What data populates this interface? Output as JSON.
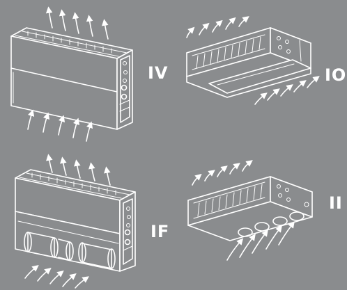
{
  "labels": {
    "iv": "IV",
    "io": "IO",
    "if": "IF",
    "ii": "II"
  },
  "colors": {
    "background": "#8a8c8e",
    "line": "#ffffff"
  },
  "icons": {
    "arrow": "airflow-arrow-icon"
  }
}
